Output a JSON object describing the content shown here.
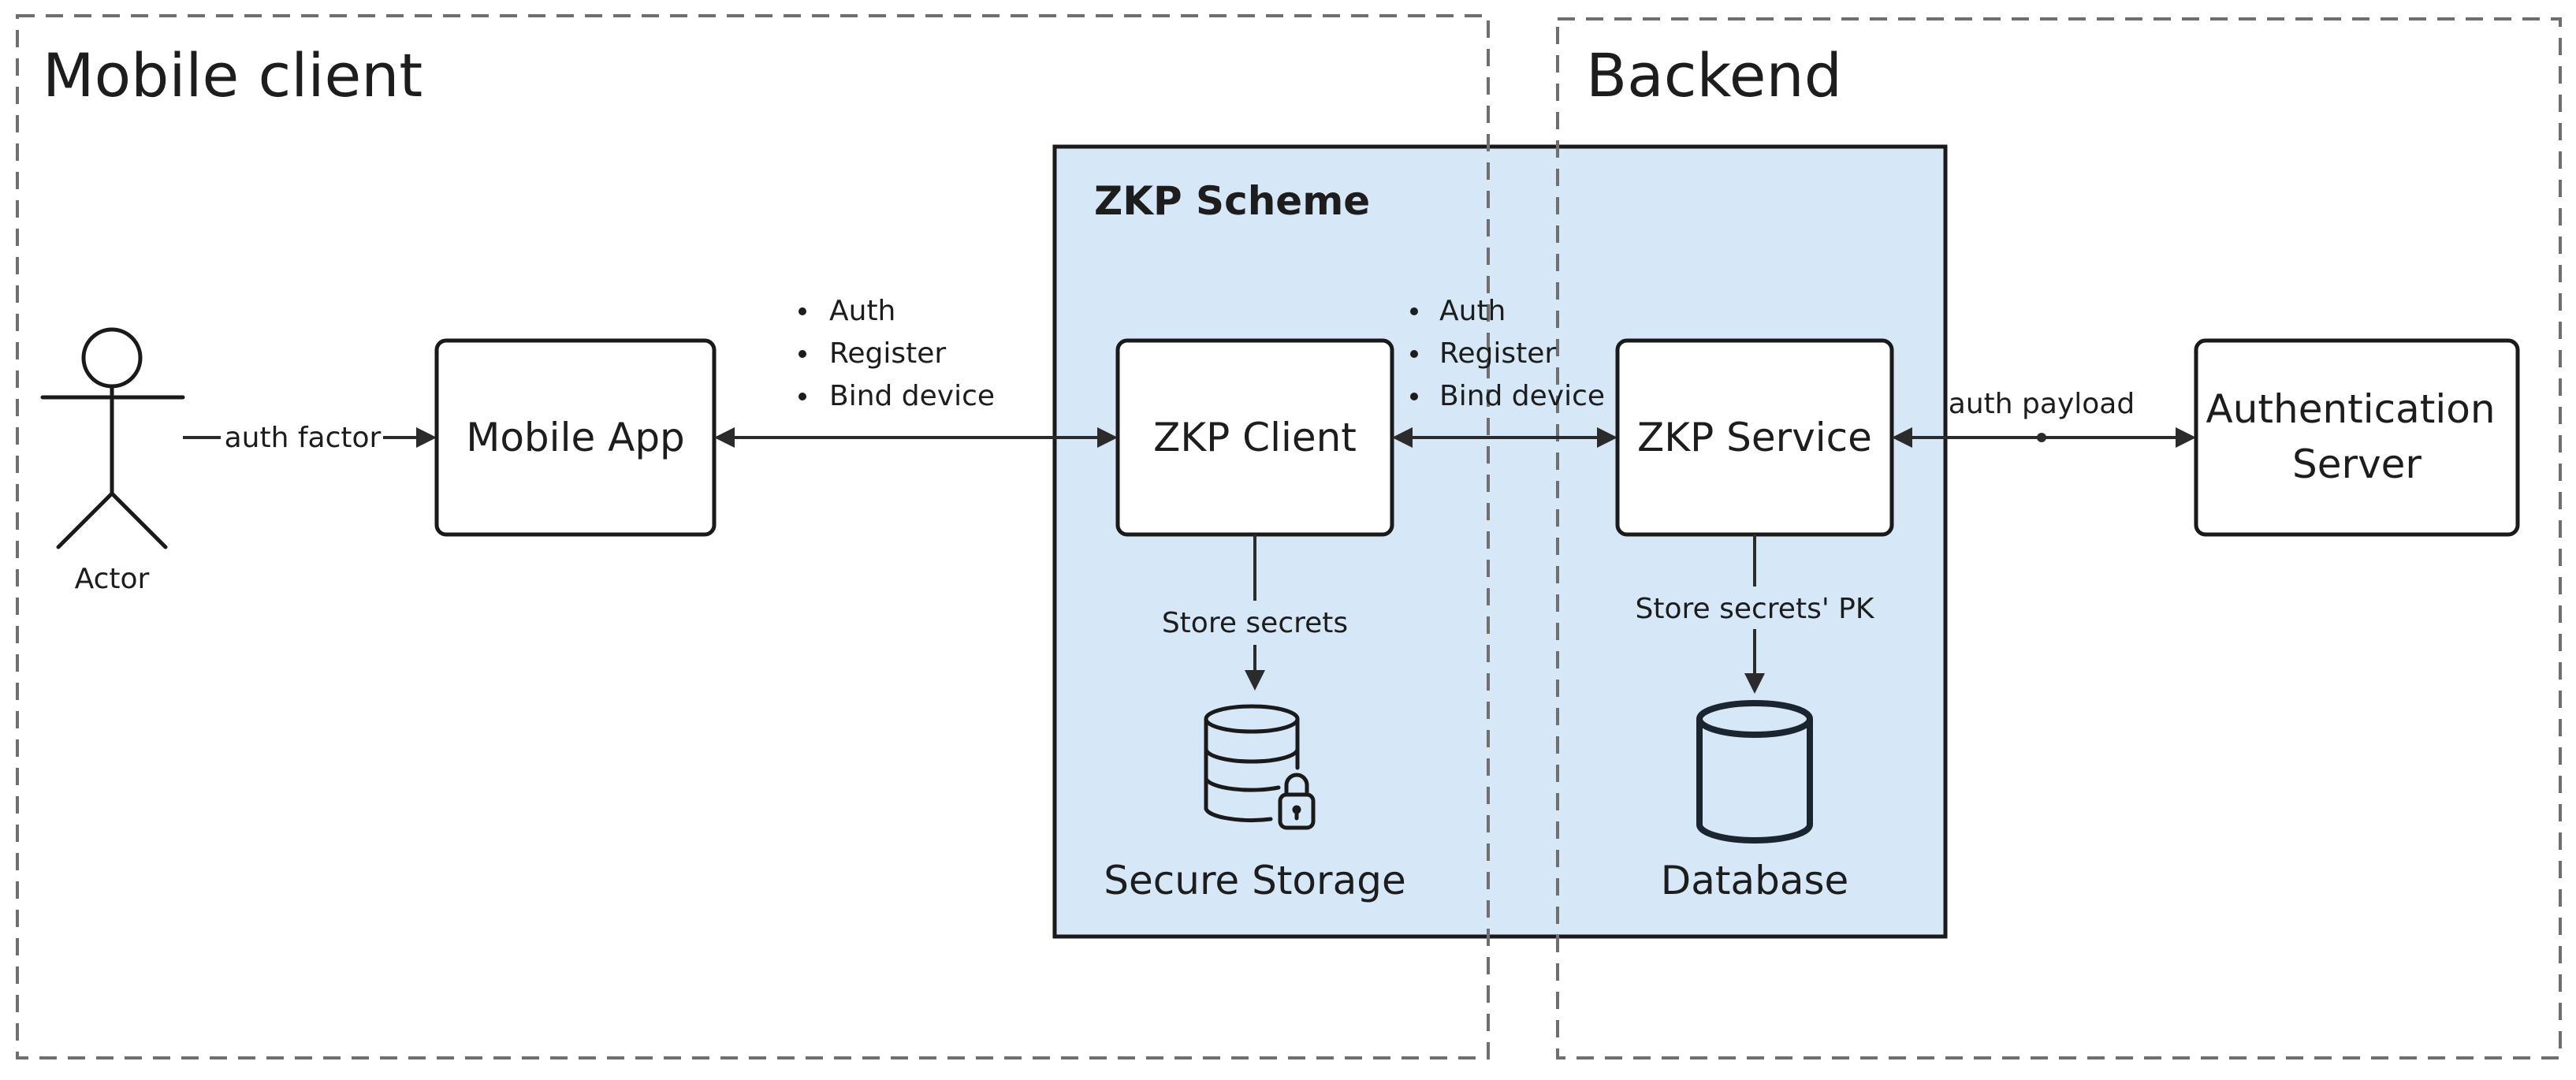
{
  "zones": {
    "mobile_client": {
      "title": "Mobile client"
    },
    "backend": {
      "title": "Backend"
    }
  },
  "group": {
    "title": "ZKP Scheme",
    "fill_color": "#d6e8f8",
    "border_color": "#1a1a1a"
  },
  "actor": {
    "label": "Actor"
  },
  "nodes": {
    "mobile_app": {
      "label": "Mobile App"
    },
    "zkp_client": {
      "label": "ZKP Client"
    },
    "zkp_service": {
      "label": "ZKP Service"
    },
    "auth_server": {
      "label_lines": [
        "Authentication",
        "Server"
      ]
    }
  },
  "stores": {
    "secure_storage": {
      "label": "Secure Storage",
      "icon": "locked-database-icon"
    },
    "database": {
      "label": "Database",
      "icon": "database-cylinder-icon"
    }
  },
  "edges": {
    "actor_to_app": {
      "label": "auth factor",
      "direction": "forward"
    },
    "app_to_client": {
      "bullets": [
        "Auth",
        "Register",
        "Bind device"
      ],
      "direction": "both"
    },
    "client_to_service": {
      "bullets": [
        "Auth",
        "Register",
        "Bind device"
      ],
      "direction": "both"
    },
    "service_to_auth": {
      "label": "auth payload",
      "direction": "both"
    },
    "client_to_storage": {
      "label": "Store secrets",
      "direction": "forward"
    },
    "service_to_db": {
      "label": "Store secrets' PK",
      "direction": "forward"
    }
  },
  "colors": {
    "zone_border": "#6f6f6f",
    "edge": "#2b2b2b",
    "text": "#1d1d1d"
  }
}
